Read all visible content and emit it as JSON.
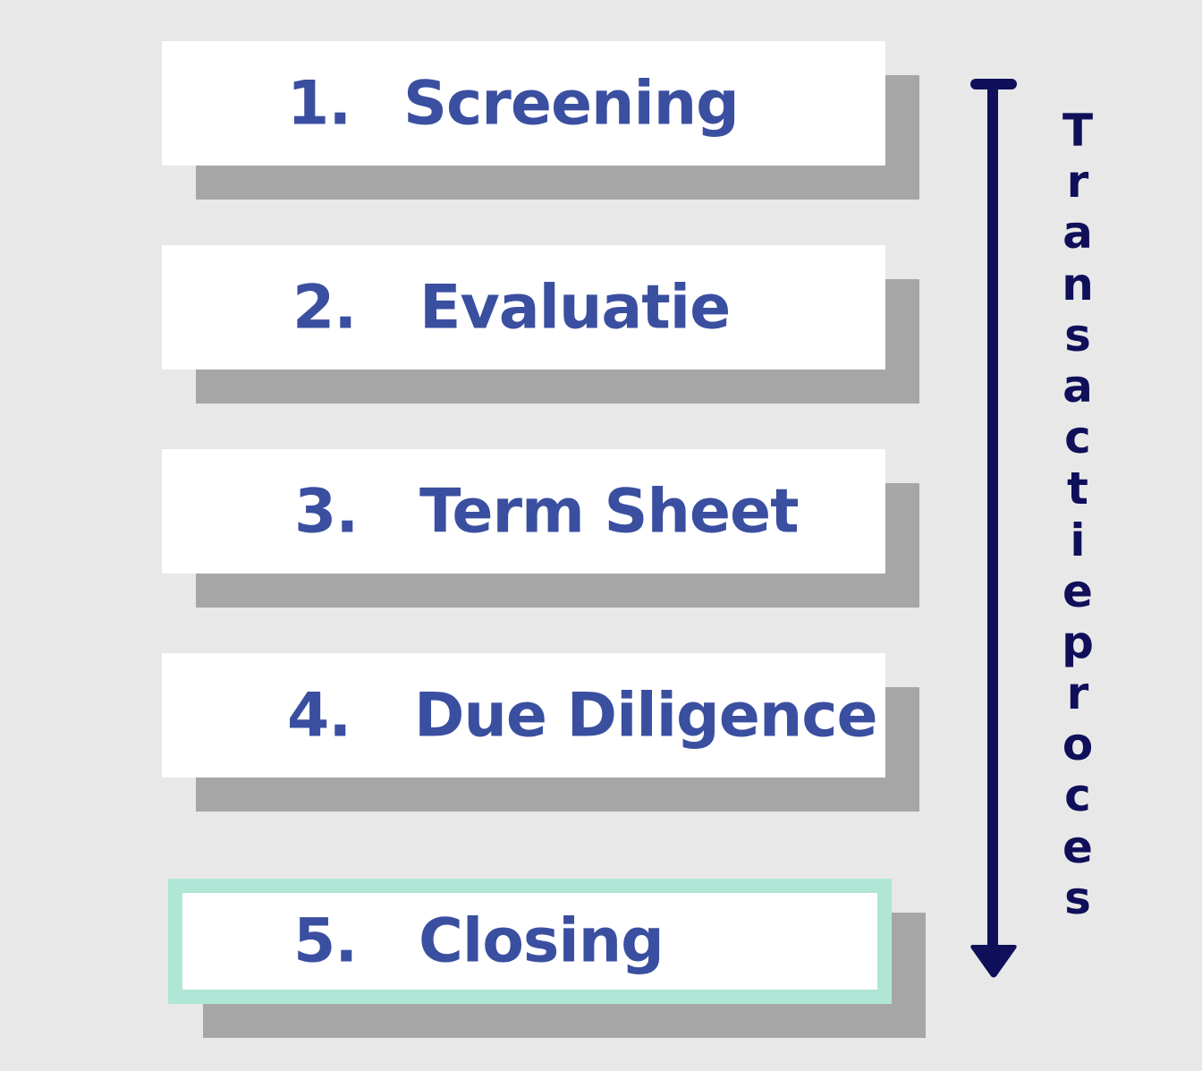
{
  "steps": [
    {
      "number": "1.",
      "label": "Screening",
      "highlight": false
    },
    {
      "number": "2.",
      "label": "Evaluatie",
      "highlight": false
    },
    {
      "number": "3.",
      "label": "Term Sheet",
      "highlight": false
    },
    {
      "number": "4.",
      "label": "Due Diligence",
      "highlight": false
    },
    {
      "number": "5.",
      "label": "Closing",
      "highlight": true
    }
  ],
  "process_label": "Transactieproces",
  "colors": {
    "text": "#3a4fa0",
    "arrow": "#0f0f5a",
    "highlight_border": "#b0e6d6",
    "shadow": "#a6a6a6",
    "background": "#e8e8e8"
  }
}
